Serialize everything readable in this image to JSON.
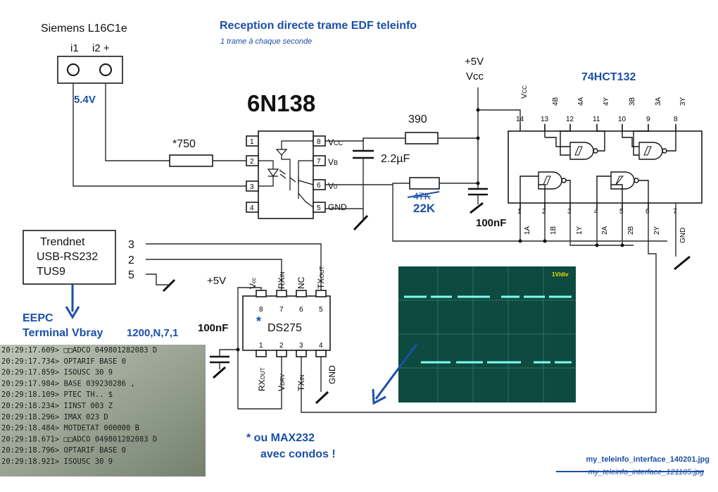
{
  "title": "Reception directe trame EDF teleinfo",
  "subtitle": "1 trame à chaque seconde",
  "meter": {
    "name": "Siemens L16C1e",
    "terminal_1": "i1",
    "terminal_2": "i2 +",
    "voltage": "5.4V"
  },
  "optocoupler": {
    "name": "6N138",
    "pin_numbers": [
      "1",
      "2",
      "3",
      "4",
      "8",
      "7",
      "6",
      "5"
    ],
    "pin_vcc": "V",
    "pin_vcc_sub": "CC",
    "pin_vb": "V",
    "pin_vb_sub": "B",
    "pin_vo": "V",
    "pin_vo_sub": "0",
    "pin_gnd": "GND"
  },
  "components": {
    "r_input": "*750",
    "r_390": "390",
    "cap_22": "2.2µF",
    "r_old": "47K",
    "r_new": "22K",
    "cap_100nf_right": "100nF",
    "cap_100nf_left": "100nF",
    "supply_right_1": "+5V",
    "supply_right_2": "Vcc",
    "supply_left": "+5V"
  },
  "nand": {
    "name": "74HCT132",
    "vcc": "V",
    "vcc_sub": "CC",
    "top_pins": [
      "14",
      "13",
      "12",
      "11",
      "10",
      "9",
      "8"
    ],
    "top_labels": [
      "4B",
      "4A",
      "4Y",
      "3B",
      "3A",
      "3Y"
    ],
    "bottom_pins": [
      "1",
      "2",
      "3",
      "4",
      "5",
      "6",
      "7"
    ],
    "bottom_labels": [
      "1A",
      "1B",
      "1Y",
      "2A",
      "2B",
      "2Y",
      "GND"
    ]
  },
  "adapter": {
    "line1": "Trendnet",
    "line2": "USB-RS232",
    "line3": "TUS9"
  },
  "db_pins": [
    "3",
    "2",
    "5"
  ],
  "driver": {
    "name": "DS275",
    "star": "*",
    "top_pins": [
      "8",
      "7",
      "6",
      "5"
    ],
    "bottom_pins": [
      "1",
      "2",
      "3",
      "4"
    ],
    "top_labels": [
      {
        "main": "V",
        "sub": "cc"
      },
      {
        "main": "RX",
        "sub": "IN"
      },
      {
        "main": "NC",
        "sub": ""
      },
      {
        "main": "TX",
        "sub": "OUT"
      }
    ],
    "bottom_labels": [
      {
        "main": "RX",
        "sub": "OUT"
      },
      {
        "main": "V",
        "sub": "DRV"
      },
      {
        "main": "TX",
        "sub": "IN"
      },
      {
        "main": "GND",
        "sub": ""
      }
    ]
  },
  "terminal": {
    "line1": "EEPC",
    "line2": "Terminal Vbray",
    "settings": "1200,N,7,1",
    "lines": [
      "20:29:17.609> □□ADCO 049801282083 D",
      "20:29:17.734> OPTARIF BASE 0",
      "20:29:17.859> ISOUSC 30 9",
      "20:29:17.984> BASE 039230286 ,",
      "20:29:18.109> PTEC TH.. $",
      "20:29:18.234> IINST 003 Z",
      "20:29:18.296> IMAX 023 D",
      "20:29:18.484> MOTDETAT 000000 B",
      "20:29:18.671> □□ADCO 049801282083 D",
      "20:29:18.796> OPTARIF BASE 0",
      "20:29:18.921> ISOUSC 30 9"
    ]
  },
  "scope": {
    "scale": "1V/div"
  },
  "note": {
    "line1": "* ou MAX232",
    "line2": "avec condos !"
  },
  "files": {
    "current": "my_teleinfo_interface_140201.jpg",
    "old": "my_teleinfo_interface_121105.jpg"
  },
  "colors": {
    "blue": "#1b4fa8",
    "scope_bg": "#0d4a3f",
    "scope_trace": "#7ffff0",
    "scope_label": "#f2e200",
    "terminal_bg": "#9aa792"
  }
}
